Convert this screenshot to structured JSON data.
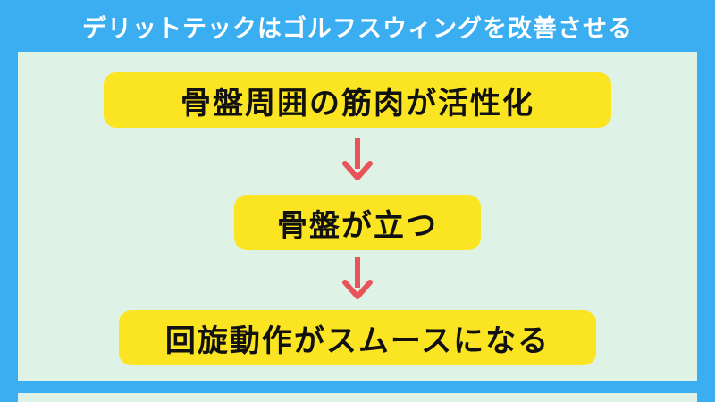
{
  "header": {
    "title": "デリットテックはゴルフスウィングを改善させる"
  },
  "flow": {
    "steps": [
      {
        "label": "骨盤周囲の筋肉が活性化"
      },
      {
        "label": "骨盤が立つ"
      },
      {
        "label": "回旋動作がスムースになる"
      }
    ],
    "arrow_icon": "down-arrow-icon"
  },
  "colors": {
    "background": "#3aaef0",
    "panel": "#dff2e6",
    "step_fill": "#fbe422",
    "arrow": "#e8545a",
    "header_text": "#ffffff"
  }
}
